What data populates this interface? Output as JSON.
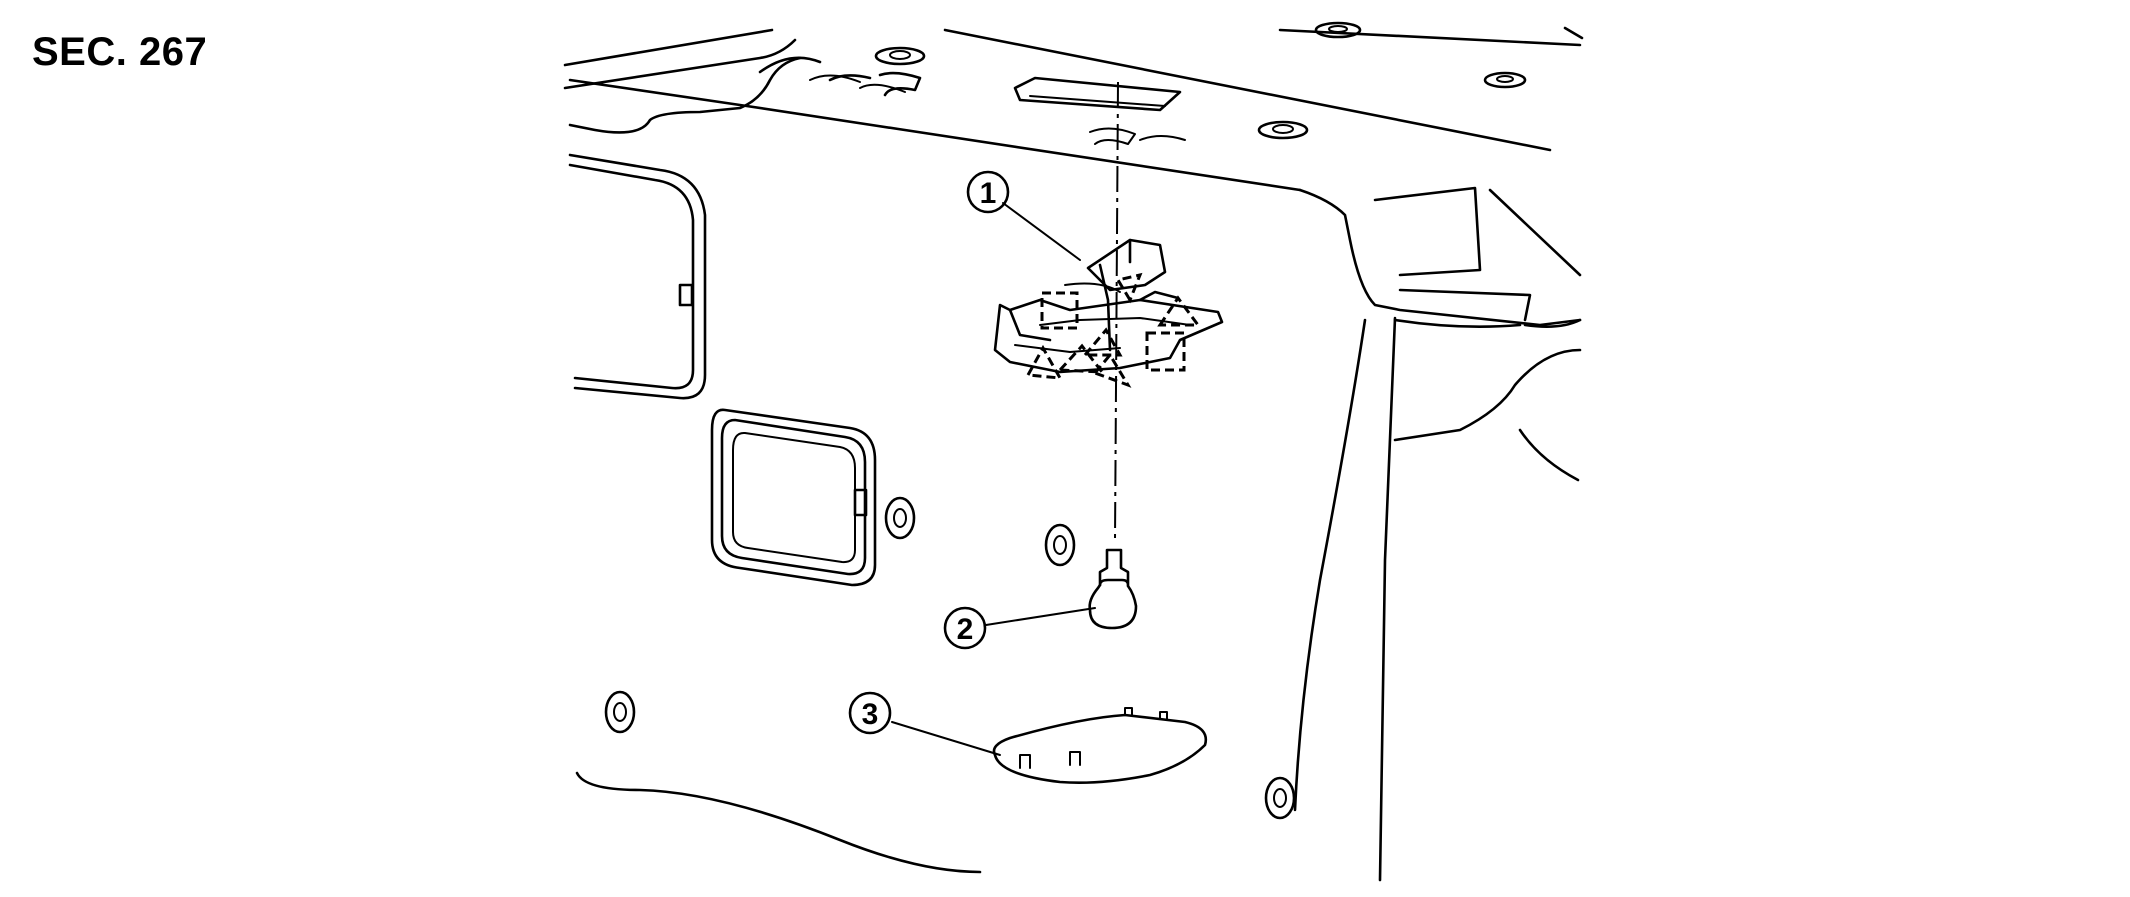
{
  "section": {
    "label": "SEC. 267"
  },
  "callouts": [
    {
      "number": "1"
    },
    {
      "number": "2"
    },
    {
      "number": "3"
    }
  ]
}
